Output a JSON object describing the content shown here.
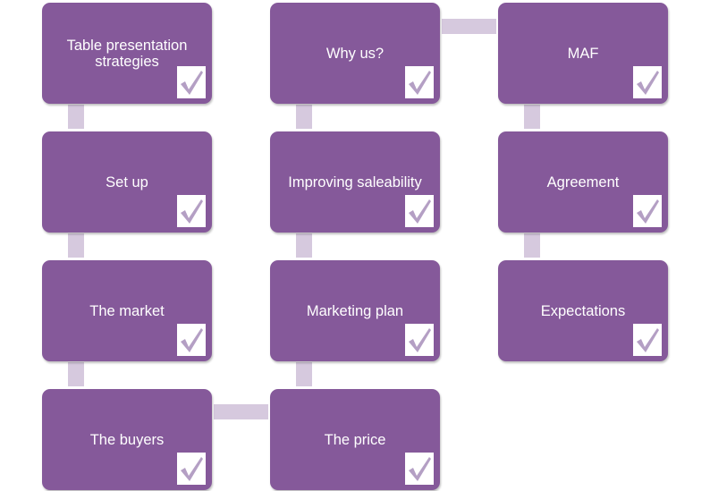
{
  "colors": {
    "card_fill": "#85599a",
    "connector": "#d6c9de",
    "check_mark": "#b49fc4",
    "text": "#ffffff"
  },
  "cards": [
    {
      "id": "table-presentation-strategies",
      "label": "Table presentation\nstrategies",
      "checked": true
    },
    {
      "id": "set-up",
      "label": "Set up",
      "checked": true
    },
    {
      "id": "the-market",
      "label": "The market",
      "checked": true
    },
    {
      "id": "the-buyers",
      "label": "The buyers",
      "checked": true
    },
    {
      "id": "why-us",
      "label": "Why us?",
      "checked": true
    },
    {
      "id": "improving-saleability",
      "label": "Improving saleability",
      "checked": true
    },
    {
      "id": "marketing-plan",
      "label": "Marketing plan",
      "checked": true
    },
    {
      "id": "the-price",
      "label": "The price",
      "checked": true
    },
    {
      "id": "maf",
      "label": "MAF",
      "checked": true
    },
    {
      "id": "agreement",
      "label": "Agreement",
      "checked": true
    },
    {
      "id": "expectations",
      "label": "Expectations",
      "checked": true
    }
  ]
}
